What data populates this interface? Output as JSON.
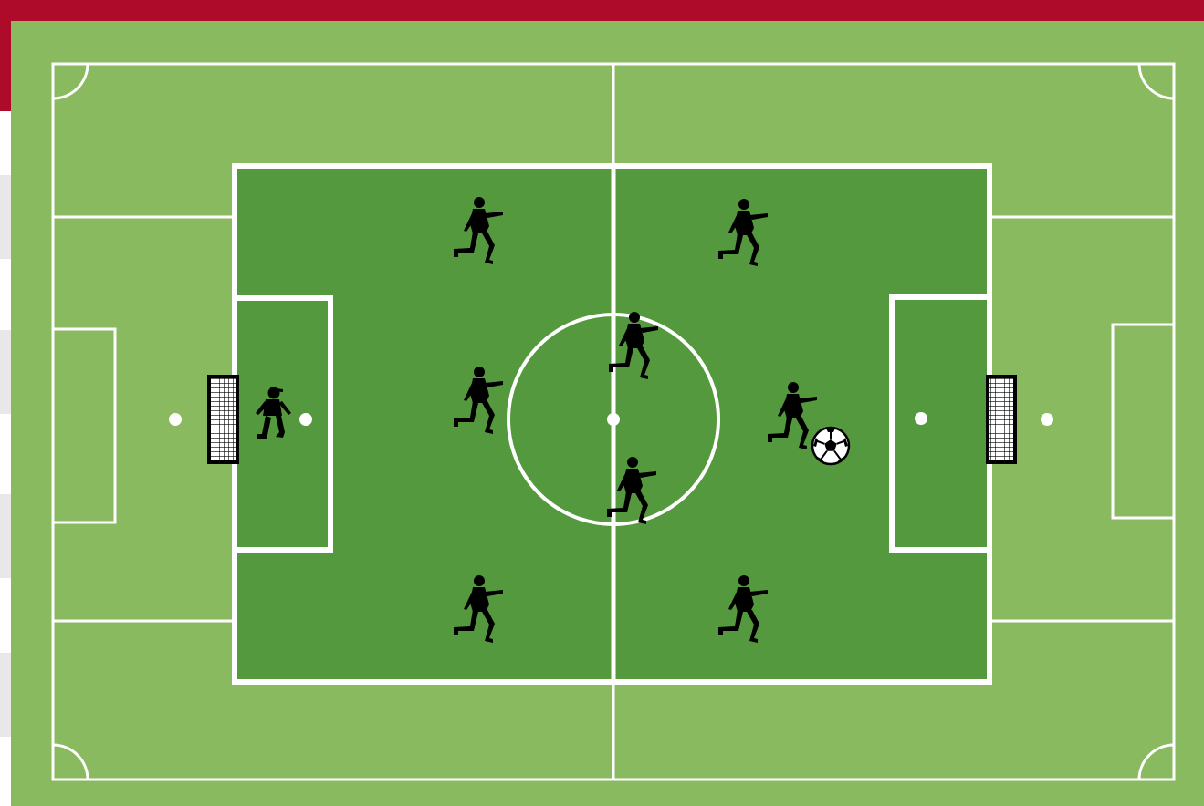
{
  "colors": {
    "banner": "#ae0a2a",
    "outer_field": "#8aba5f",
    "inner_field": "#55993f",
    "lines": "#ffffff",
    "player": "#000000",
    "side_strip": "#e6e6e6"
  },
  "icons": {
    "player": "player-silhouette-icon",
    "goalkeeper": "goalkeeper-silhouette-icon",
    "ball": "soccer-ball-icon",
    "goal": "goal-net-icon"
  },
  "players": [
    {
      "role": "outfield",
      "position": "left-top"
    },
    {
      "role": "outfield",
      "position": "left-middle"
    },
    {
      "role": "outfield",
      "position": "left-bottom"
    },
    {
      "role": "outfield",
      "position": "right-top"
    },
    {
      "role": "outfield",
      "position": "right-middle-with-ball"
    },
    {
      "role": "outfield",
      "position": "right-bottom"
    },
    {
      "role": "outfield",
      "position": "center-top"
    },
    {
      "role": "outfield",
      "position": "center-bottom"
    },
    {
      "role": "goalkeeper",
      "position": "left-goal"
    }
  ]
}
